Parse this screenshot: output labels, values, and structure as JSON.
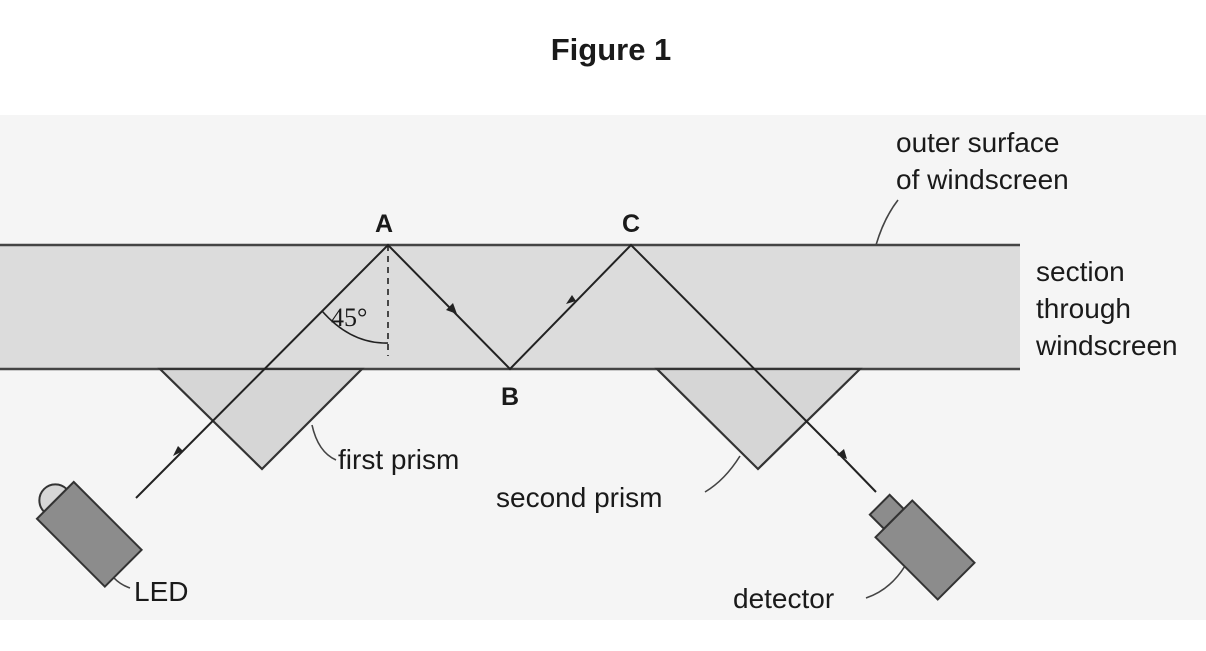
{
  "figure": {
    "title": "Figure 1",
    "points": {
      "a": "A",
      "b": "B",
      "c": "C"
    },
    "angle": "45°",
    "labels": {
      "outer_line1": "outer surface",
      "outer_line2": "of windscreen",
      "section_line1": "section",
      "section_line2": "through",
      "section_line3": "windscreen",
      "first_prism": "first prism",
      "second_prism": "second prism",
      "led": "LED",
      "detector": "detector"
    },
    "colors": {
      "glass": "#dcdcdc",
      "prism": "#d6d6d6",
      "device": "#8c8c8c",
      "line": "#333333",
      "background_texture": "#f5f5f5"
    }
  }
}
